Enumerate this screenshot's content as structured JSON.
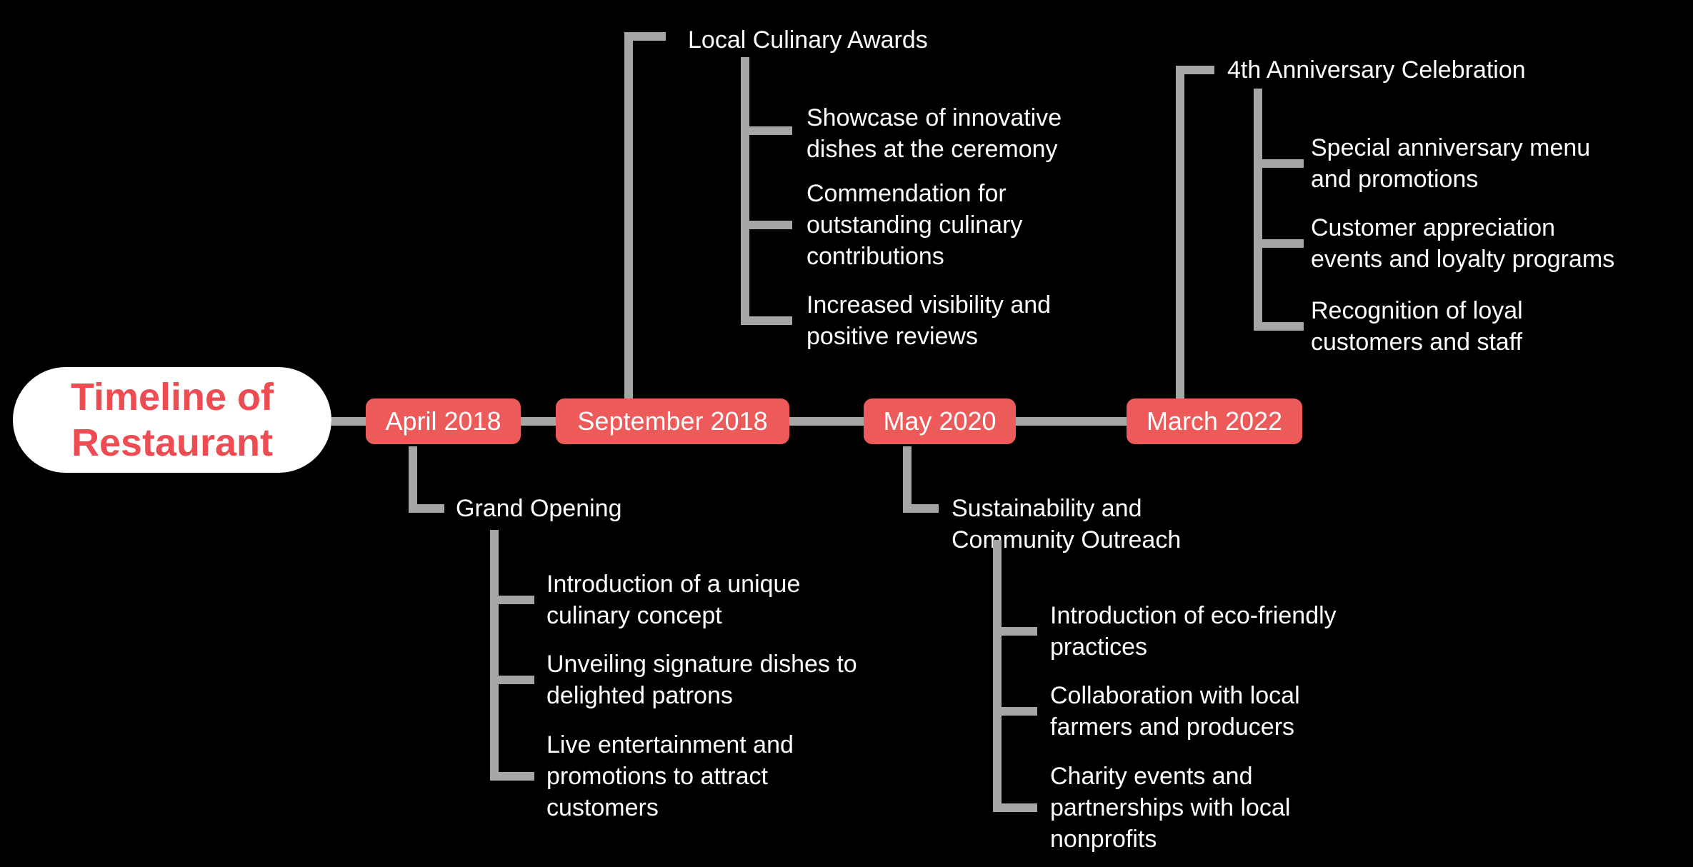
{
  "title": {
    "lines": [
      "Timeline of",
      "Restaurant"
    ]
  },
  "colors": {
    "background": "#000000",
    "accent_red": "#ed5a5a",
    "root_text_red": "#ed4c52",
    "connector_gray": "#a6a6a6",
    "node_text": "#ffffff"
  },
  "nodes": [
    {
      "date": "April 2018",
      "direction": "down",
      "event": {
        "lines": [
          "Grand Opening"
        ]
      },
      "details": [
        {
          "lines": [
            "Introduction of a unique",
            "culinary concept"
          ]
        },
        {
          "lines": [
            "Unveiling signature dishes to",
            "delighted patrons"
          ]
        },
        {
          "lines": [
            "Live entertainment and",
            "promotions to attract",
            "customers"
          ]
        }
      ]
    },
    {
      "date": "September 2018",
      "direction": "up",
      "event": {
        "lines": [
          "Local Culinary Awards"
        ]
      },
      "details": [
        {
          "lines": [
            "Showcase of innovative",
            "dishes at the ceremony"
          ]
        },
        {
          "lines": [
            "Commendation for",
            "outstanding culinary",
            "contributions"
          ]
        },
        {
          "lines": [
            "Increased visibility and",
            "positive reviews"
          ]
        }
      ]
    },
    {
      "date": "May 2020",
      "direction": "down",
      "event": {
        "lines": [
          "Sustainability and",
          "Community Outreach"
        ]
      },
      "details": [
        {
          "lines": [
            "Introduction of eco-friendly",
            "practices"
          ]
        },
        {
          "lines": [
            "Collaboration with local",
            "farmers and producers"
          ]
        },
        {
          "lines": [
            "Charity events and",
            "partnerships with local",
            "nonprofits"
          ]
        }
      ]
    },
    {
      "date": "March 2022",
      "direction": "up",
      "event": {
        "lines": [
          "4th Anniversary Celebration"
        ]
      },
      "details": [
        {
          "lines": [
            "Special anniversary menu",
            "and promotions"
          ]
        },
        {
          "lines": [
            "Customer appreciation",
            "events and loyalty programs"
          ]
        },
        {
          "lines": [
            "Recognition of loyal",
            "customers and staff"
          ]
        }
      ]
    }
  ]
}
